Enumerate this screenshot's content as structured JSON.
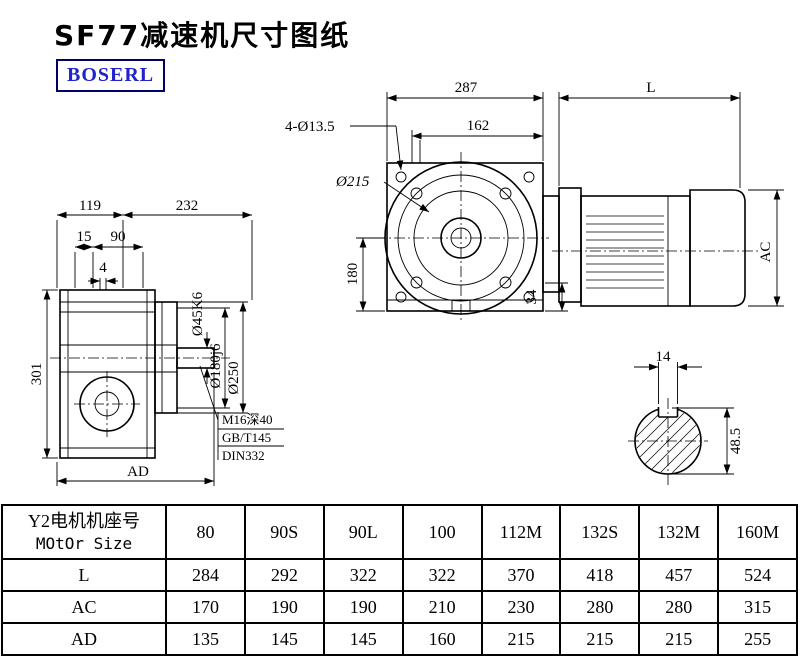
{
  "page": {
    "title": "SF77减速机尺寸图纸",
    "brand": "BOSERL"
  },
  "side_view": {
    "dim_119": "119",
    "dim_232": "232",
    "dim_15": "15",
    "dim_90": "90",
    "dim_4": "4",
    "dim_301": "301",
    "dim_ad": "AD",
    "shaft_dia": "Ø45K6",
    "spigot_dia": "Ø180j6",
    "flange_dia": "Ø250",
    "note_line1": "M16深40",
    "note_line2": "GB/T145",
    "note_line3": "DIN332"
  },
  "front_view": {
    "dim_287": "287",
    "dim_162": "162",
    "holes_note": "4-Ø13.5",
    "flange_dia": "Ø215",
    "dim_180": "180",
    "dim_34": "34"
  },
  "motor_view": {
    "dim_l": "L",
    "dim_ac": "AC"
  },
  "shaft_section": {
    "key_width": "14",
    "dim_48_5": "48.5"
  },
  "table": {
    "header_cn": "Y2电机机座号",
    "header_en": "MOtOr Size",
    "sizes": [
      "80",
      "90S",
      "90L",
      "100",
      "112M",
      "132S",
      "132M",
      "160M"
    ],
    "rows": [
      {
        "label": "L",
        "values": [
          "284",
          "292",
          "322",
          "322",
          "370",
          "418",
          "457",
          "524"
        ]
      },
      {
        "label": "AC",
        "values": [
          "170",
          "190",
          "190",
          "210",
          "230",
          "280",
          "280",
          "315"
        ]
      },
      {
        "label": "AD",
        "values": [
          "135",
          "145",
          "145",
          "160",
          "215",
          "215",
          "215",
          "255"
        ]
      }
    ]
  }
}
